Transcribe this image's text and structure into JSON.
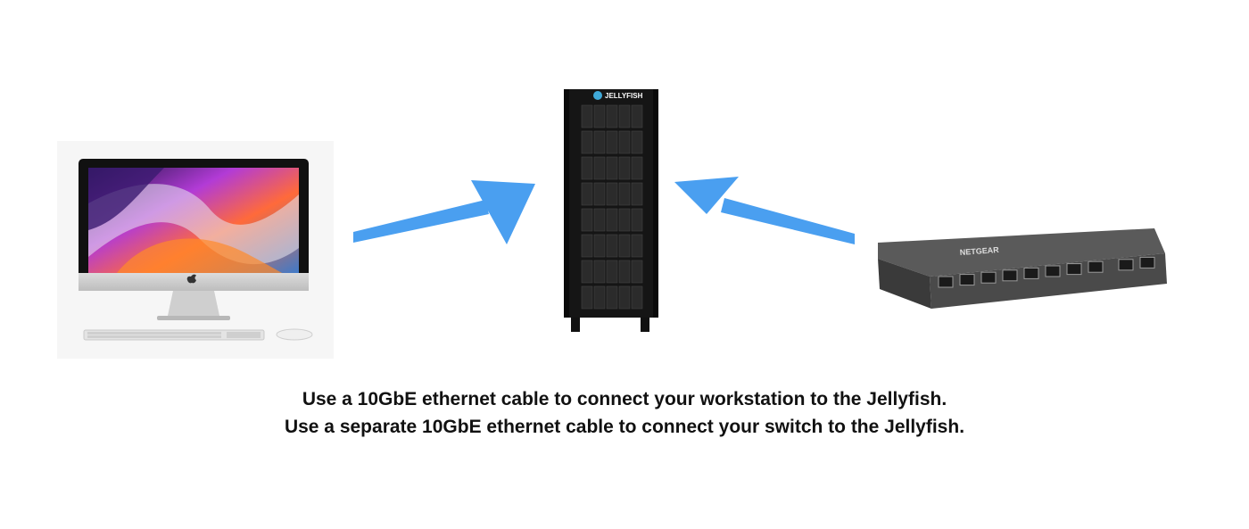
{
  "diagram": {
    "brand_logo_text": "JELLYFISH",
    "switch_brand_text": "NETGEAR",
    "arrow_color": "#4a9ff0",
    "icons": [
      "imac-workstation-icon",
      "jellyfish-server-tower-icon",
      "netgear-switch-icon",
      "arrow-right-icon",
      "arrow-left-icon"
    ],
    "captions": {
      "line1": "Use a 10GbE ethernet cable to connect your workstation to the Jellyfish.",
      "line2": "Use a separate 10GbE ethernet cable to connect your switch to the Jellyfish."
    }
  }
}
